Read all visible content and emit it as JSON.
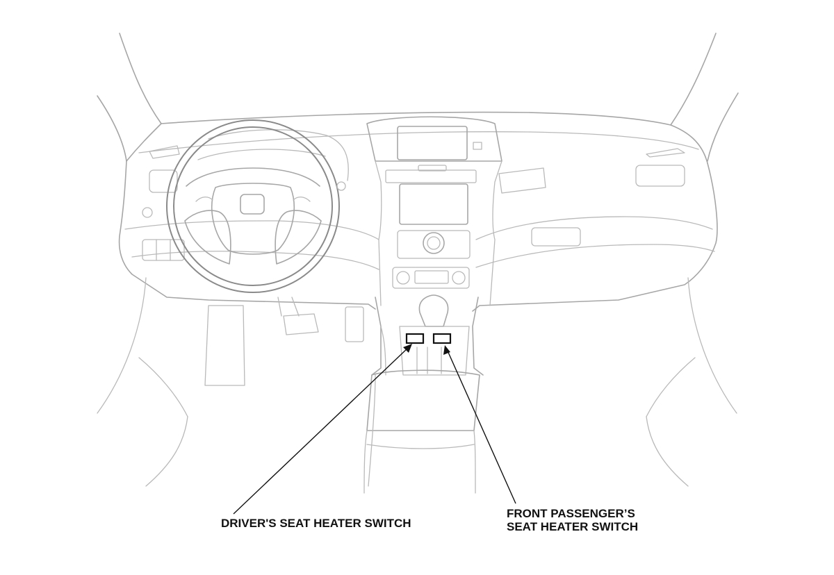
{
  "labels": {
    "driver_switch": "DRIVER'S SEAT HEATER SWITCH",
    "passenger_switch_line1": "FRONT PASSENGER’S",
    "passenger_switch_line2": "SEAT HEATER SWITCH"
  },
  "colors": {
    "line_art": "#b9b9b9",
    "callout": "#111111",
    "background": "#ffffff"
  }
}
